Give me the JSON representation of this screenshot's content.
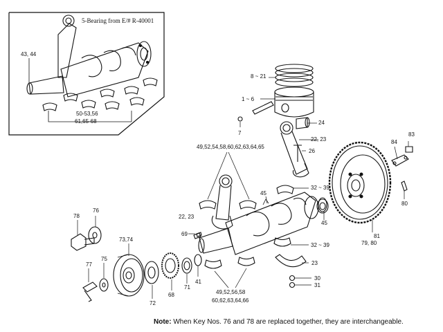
{
  "inset": {
    "title": "5-Bearing from E/# R-40001",
    "labels": {
      "crank": "43, 44",
      "bearings_a": "50-53,56",
      "bearings_b": "61,65-68"
    }
  },
  "labels": {
    "piston_rings": "8 ~ 21",
    "piston": "1 ~ 6",
    "pin_clip": "7",
    "bush": "24",
    "rod_bolt_nut": "22, 23",
    "rod_bolt": "26",
    "bearings_top": "49,52,54,58,60,62,63,64,65",
    "rod_main": "22, 23",
    "upper_shell": "32 ~ 39",
    "key45a": "45",
    "key45b": "45",
    "ring_gear": "84",
    "ring_bolt": "83",
    "lockplate": "80",
    "flywheel_a": "81",
    "flywheel_b": "79, 80",
    "bolt78": "78",
    "washer76": "76",
    "pulley": "73,74",
    "key69": "69",
    "lower_shell": "32 ~ 39",
    "cap_nut": "23",
    "nut30": "30",
    "nut31": "31",
    "bolt77": "77",
    "washer75": "75",
    "seal72": "72",
    "gear68": "68",
    "ring71": "71",
    "ring41": "41",
    "bearings_bot_a": "49,52,56,58",
    "bearings_bot_b": "60,62,63,64,66"
  },
  "note": {
    "prefix": "Note:",
    "text": "When Key Nos. 76 and 78 are replaced together, they are interchangeable."
  }
}
